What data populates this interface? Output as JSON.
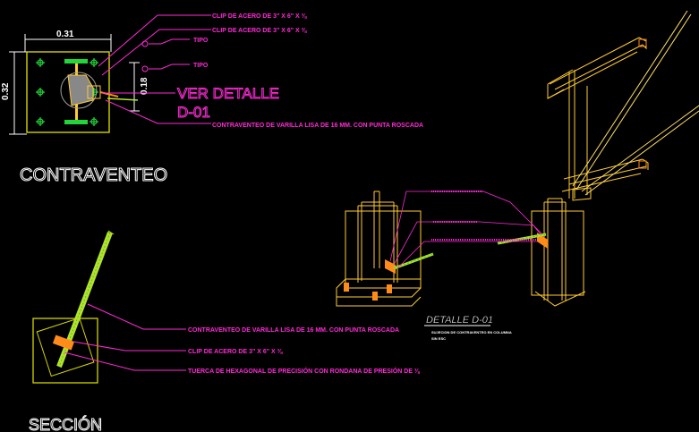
{
  "colors": {
    "background": "#000000",
    "leader": "#ff2bd6",
    "steel": "#ffcc33",
    "rod": "#b8e02a",
    "plate": "#d4d400",
    "bolt": "#22d63a",
    "dimension": "#ffffff",
    "orange": "#ff8c1a"
  },
  "icons": [
    "anchor-bolt-cross-icon"
  ],
  "plan": {
    "dim_width": "0.31",
    "dim_height": "0.32",
    "dim_inner": "0.18",
    "callout_clip_1": "CLIP DE ACERO DE 3\" X 6\" X ⅜",
    "callout_clip_2": "CLIP DE ACERO DE 3\" X 6\" X ⅜",
    "tipo_1": "TIPO",
    "tipo_2": "TIPO",
    "ver_detalle_1": "VER DETALLE",
    "ver_detalle_2": "D-01",
    "callout_rod": "CONTRAVENTEO DE VARILLA LISA DE 16 MM. CON PUNTA ROSCADA",
    "title": "CONTRAVENTEO"
  },
  "section": {
    "callout_rod": "CONTRAVENTEO DE VARILLA LISA DE 16 MM. CON PUNTA ROSCADA",
    "callout_clip": "CLIP DE ACERO DE 3\" X 6\" X ⅜",
    "callout_nut": "TUERCA DE HEXAGONAL DE PRECISIÓN CON RONDANA DE  PRESIÓN DE ⅜",
    "title": "SECCIÓN"
  },
  "detail": {
    "title": "DETALLE D-01",
    "subtitle": "SUJECION DE CONTRAVENTEO EN COLUMNA",
    "scale": "SIN ESC"
  }
}
